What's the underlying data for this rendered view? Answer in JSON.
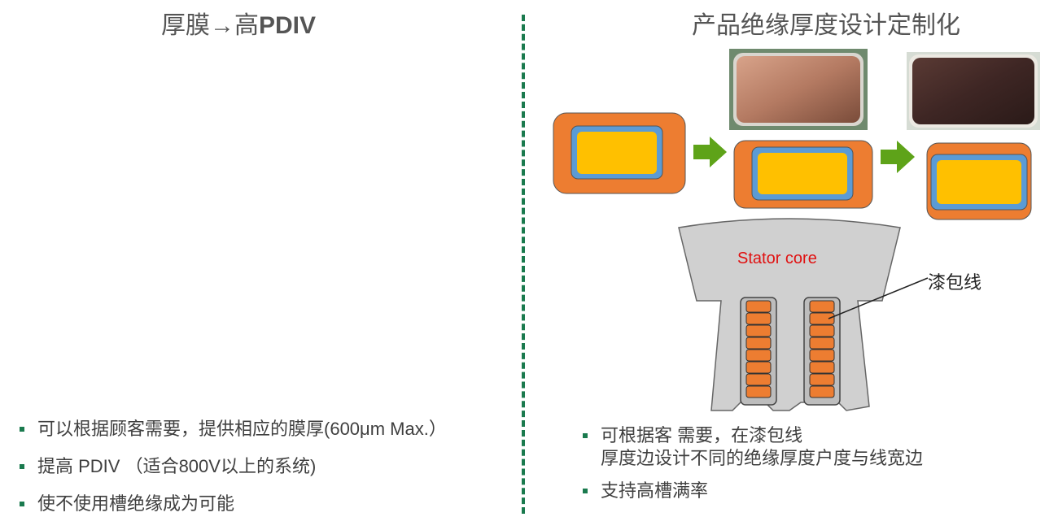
{
  "left": {
    "title_prefix": "厚膜→高",
    "title_bold": "PDIV",
    "bullets": [
      "可以根据顾客需要，提供相应的膜厚(600μm Max.）",
      "提高 PDIV （适合800V以上的系统)",
      "使不使用槽绝缘成为可能"
    ]
  },
  "right": {
    "title": "产品绝缘厚度设计定制化",
    "stator_label": "Stator core",
    "wire_label": "漆包线",
    "bullet1_line1": "可根据客 需要，在漆包线",
    "bullet1_line2": "厚度边设计不同的绝缘厚度户度与线宽边",
    "bullet2": "支持高槽满率"
  },
  "colors": {
    "accent_green": "#1a7a4e",
    "insulation_orange": "#ed7d31",
    "layer_blue": "#5b9bd5",
    "conductor_yellow": "#ffc000",
    "arrow_green": "#5ea319",
    "stator_gray": "#d0d0d0"
  }
}
